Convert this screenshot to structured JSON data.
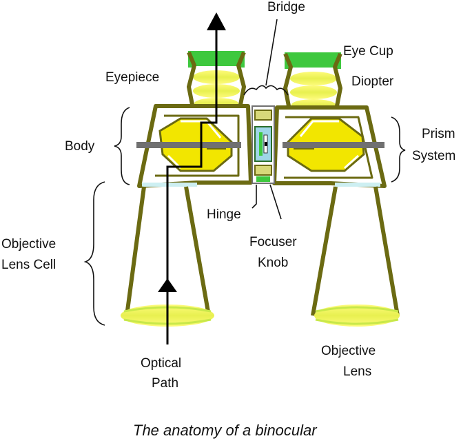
{
  "labels": {
    "bridge": "Bridge",
    "eye_cup": "Eye Cup",
    "eyepiece": "Eyepiece",
    "diopter": "Diopter",
    "body": "Body",
    "prism_line1": "Prism",
    "prism_line2": "System",
    "hinge": "Hinge",
    "objective_cell_line1": "Objective",
    "objective_cell_line2": "Lens Cell",
    "focuser_line1": "Focuser",
    "focuser_line2": "Knob",
    "optical_path_line1": "Optical",
    "optical_path_line2": "Path",
    "objective_lens_line1": "Objective",
    "objective_lens_line2": "Lens"
  },
  "caption": "The anatomy of a binocular",
  "colors": {
    "outline": "#6b6a12",
    "lens_yellow": "#f4f24a",
    "lens_stripe": "#c8e84a",
    "eyecup_green": "#3ec83e",
    "prism_yellow": "#f2e600",
    "rail_gray": "#707070",
    "window_blue": "#cdeff2",
    "path_black": "#000000"
  }
}
